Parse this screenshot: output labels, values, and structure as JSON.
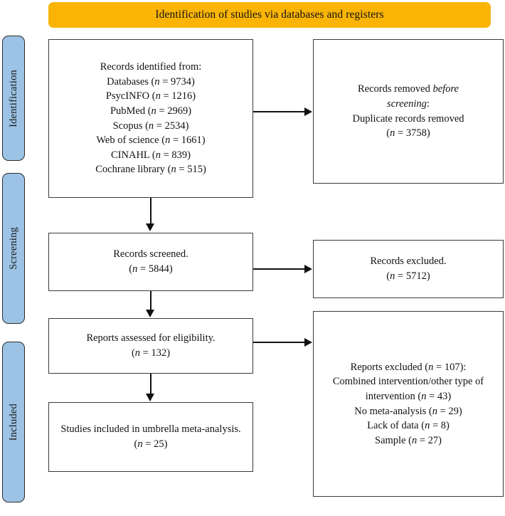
{
  "header": {
    "title": "Identification of studies via databases and registers",
    "background_color": "#f9b406"
  },
  "stages": [
    {
      "key": "identification",
      "label": "Identification",
      "color": "#9cc3e5"
    },
    {
      "key": "screening",
      "label": "Screening",
      "color": "#9cc3e5"
    },
    {
      "key": "included",
      "label": "Included",
      "color": "#9cc3e5"
    }
  ],
  "boxes": {
    "identified": {
      "heading": "Records identified from:",
      "sources": [
        {
          "name": "Databases",
          "n": "9734"
        },
        {
          "name": "PsycINFO",
          "n": "1216"
        },
        {
          "name": "PubMed",
          "n": "2969"
        },
        {
          "name": "Scopus",
          "n": "2534"
        },
        {
          "name": "Web of science",
          "n": "1661"
        },
        {
          "name": "CINAHL",
          "n": "839"
        },
        {
          "name": "Cochrane library",
          "n": "515"
        }
      ]
    },
    "removed": {
      "line1_prefix": "Records removed ",
      "line1_italic": "before",
      "line2_italic": "screening",
      "line2_suffix": ":",
      "line3": "Duplicate records removed",
      "n": "3758"
    },
    "screened": {
      "label": "Records screened.",
      "n": "5844"
    },
    "excluded": {
      "label": "Records excluded.",
      "n": "5712"
    },
    "eligibility": {
      "label": "Reports assessed for eligibility.",
      "n": "132"
    },
    "reports_excluded": {
      "heading": "Reports excluded",
      "heading_n": "107",
      "reasons": [
        {
          "name": "Combined intervention/other type of intervention",
          "n": "43"
        },
        {
          "name": "No meta-analysis",
          "n": "29"
        },
        {
          "name": "Lack of data",
          "n": "8"
        },
        {
          "name": "Sample",
          "n": "27"
        }
      ]
    },
    "included": {
      "label": "Studies included in umbrella meta-analysis.",
      "n": "25"
    }
  },
  "chart_data": {
    "type": "diagram",
    "title": "PRISMA flow diagram",
    "nodes": [
      {
        "id": "identified",
        "stage": "Identification",
        "text": "Records identified from: Databases (n = 9734), PsycINFO (n = 1216), PubMed (n = 2969), Scopus (n = 2534), Web of science (n = 1661), CINAHL (n = 839), Cochrane library (n = 515)",
        "n": 9734
      },
      {
        "id": "removed",
        "stage": "Identification",
        "text": "Records removed before screening: Duplicate records removed (n = 3758)",
        "n": 3758
      },
      {
        "id": "screened",
        "stage": "Screening",
        "text": "Records screened. (n = 5844)",
        "n": 5844
      },
      {
        "id": "excluded",
        "stage": "Screening",
        "text": "Records excluded. (n = 5712)",
        "n": 5712
      },
      {
        "id": "eligibility",
        "stage": "Screening",
        "text": "Reports assessed for eligibility. (n = 132)",
        "n": 132
      },
      {
        "id": "reports_excluded",
        "stage": "Screening",
        "text": "Reports excluded (n = 107)",
        "n": 107
      },
      {
        "id": "included",
        "stage": "Included",
        "text": "Studies included in umbrella meta-analysis. (n = 25)",
        "n": 25
      }
    ],
    "edges": [
      {
        "from": "identified",
        "to": "removed",
        "direction": "right"
      },
      {
        "from": "identified",
        "to": "screened",
        "direction": "down"
      },
      {
        "from": "screened",
        "to": "excluded",
        "direction": "right"
      },
      {
        "from": "screened",
        "to": "eligibility",
        "direction": "down"
      },
      {
        "from": "eligibility",
        "to": "reports_excluded",
        "direction": "right"
      },
      {
        "from": "eligibility",
        "to": "included",
        "direction": "down"
      }
    ]
  }
}
